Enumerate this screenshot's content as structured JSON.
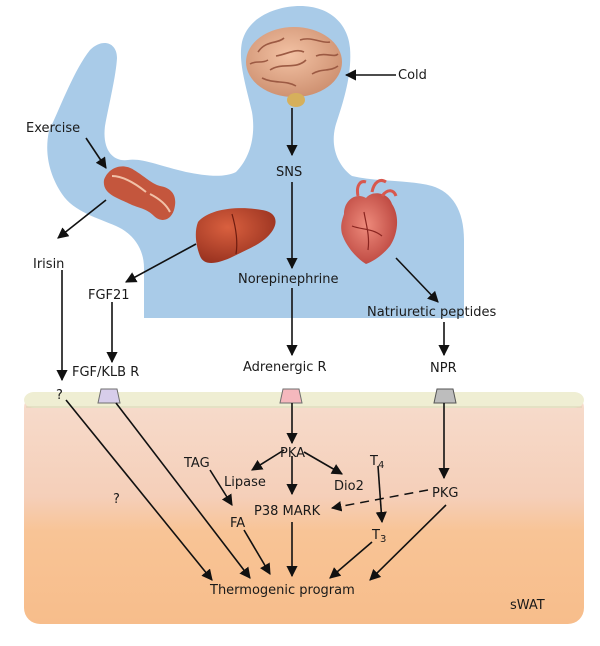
{
  "labels": {
    "cold": "Cold",
    "exercise": "Exercise",
    "sns": "SNS",
    "irisin": "Irisin",
    "fgf21": "FGF21",
    "norepinephrine": "Norepinephrine",
    "natriuretic_peptides": "Natriuretic peptides",
    "fgf_klb_r": "FGF/KLB R",
    "adrenergic_r": "Adrenergic R",
    "npr": "NPR",
    "question_top": "?",
    "question_mid": "?",
    "tag": "TAG",
    "pka": "PKA",
    "lipase": "Lipase",
    "dio2": "Dio2",
    "t4": "T",
    "t4_sub": "4",
    "pkg": "PKG",
    "fa": "FA",
    "p38": "P38 MARK",
    "t3": "T",
    "t3_sub": "3",
    "thermogenic": "Thermogenic program",
    "swat": "sWAT"
  },
  "colors": {
    "body_silhouette": "#a9cbe8",
    "tissue_top_band": "#efeed3",
    "tissue_middle": "#f5d8c9",
    "tissue_bottom": "#f7c396",
    "receptor_fgf": "#d7cdea",
    "receptor_adrenergic": "#f5b8bd",
    "receptor_npr": "#bdbdbd"
  },
  "icons": [
    "brain-icon",
    "arm-muscle-icon",
    "liver-icon",
    "heart-icon"
  ]
}
